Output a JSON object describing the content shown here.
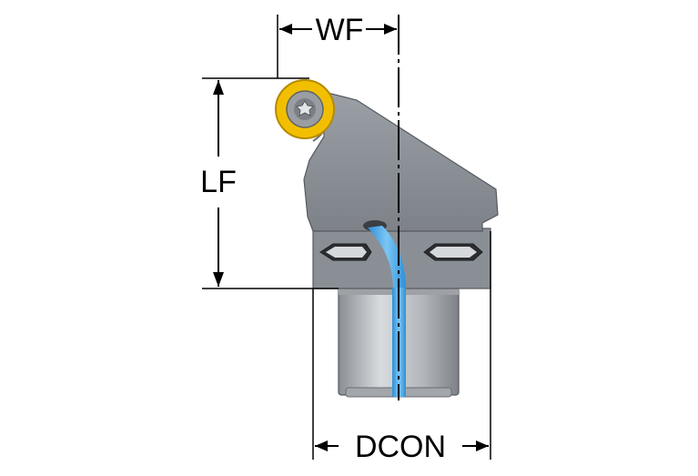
{
  "dimensions": {
    "wf": "WF",
    "lf": "LF",
    "dcon": "DCON"
  },
  "colors": {
    "insert": "#f2bf00",
    "body": "#8c9096",
    "shank": "#b8bcc2",
    "coolant": "#4aa6e6",
    "line": "#000000"
  }
}
